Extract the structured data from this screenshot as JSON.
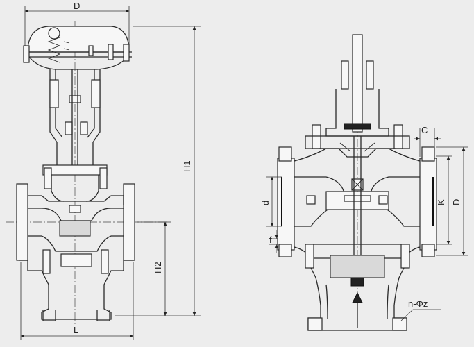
{
  "dimensions": {
    "left_view": {
      "D": "D",
      "H1": "H1",
      "H2": "H2",
      "L": "L"
    },
    "right_view": {
      "C": "C",
      "d": "d",
      "K": "K",
      "D": "D",
      "f": "f",
      "n_phi_z": "n-Φz"
    }
  },
  "colors": {
    "background": "#ededed",
    "line": "#2a2a2a"
  }
}
